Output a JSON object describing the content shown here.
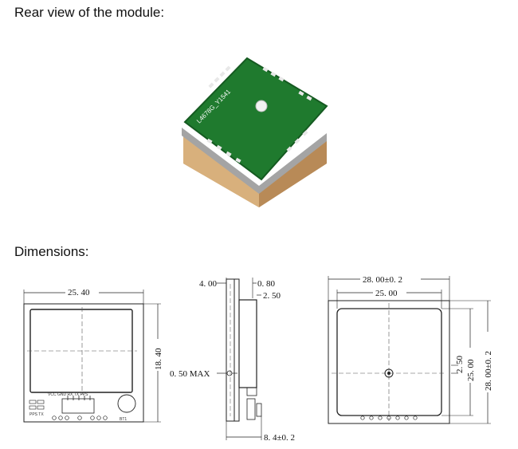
{
  "headings": {
    "rear_view": "Rear view of the module:",
    "dimensions": "Dimensions:"
  },
  "photo": {
    "label_text": "L4678G_Y1541"
  },
  "drawing_front": {
    "width": "25. 40",
    "height": "18. 40",
    "led_labels": "PPS  TX",
    "pin_labels": "VCC GND RX TX PPS",
    "battery_label": "BT1"
  },
  "drawing_side": {
    "top_left": "4. 00",
    "top_right": "0. 80",
    "top_right_2": "2. 50",
    "gap": "0. 50 MAX",
    "thickness": "8. 4±0. 2"
  },
  "drawing_antenna": {
    "outer_width": "28. 00±0. 2",
    "inner_width": "25. 00",
    "offset": "2. 50",
    "inner_height": "25. 00",
    "outer_height": "28. 00±0. 2"
  }
}
